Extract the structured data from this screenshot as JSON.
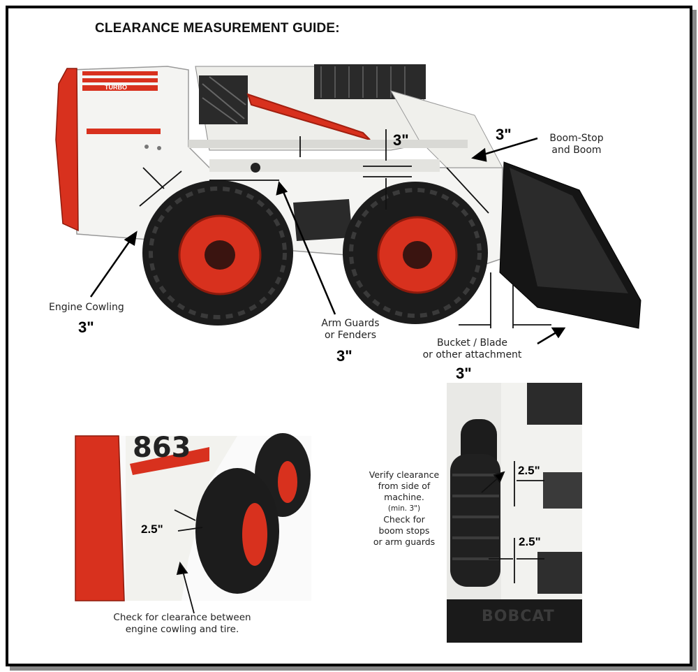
{
  "title": "CLEARANCE MEASUREMENT GUIDE:",
  "main_figure": {
    "callouts": {
      "engine_cowling": {
        "label": "Engine Cowling",
        "value": "3\""
      },
      "arm_guards": {
        "label_line1": "Arm Guards",
        "label_line2": "or Fenders",
        "value": "3\""
      },
      "boom_stop": {
        "label_line1": "Boom-Stop",
        "label_line2": "and Boom",
        "value": "3\""
      },
      "center_value": "3\"",
      "bucket": {
        "label_line1": "Bucket / Blade",
        "label_line2": "or other attachment",
        "value": "3\""
      }
    },
    "decal_text": "TURBO"
  },
  "bottom_left": {
    "value": "2.5\"",
    "caption_line1": "Check for clearance between",
    "caption_line2": "engine cowling and tire.",
    "model_text": "863"
  },
  "bottom_right": {
    "value_top": "2.5\"",
    "value_bottom": "2.5\"",
    "note_lines": [
      "Verify clearance",
      "from side of",
      "machine.",
      "(min. 3\")",
      "Check for",
      "boom stops",
      "or arm guards"
    ],
    "bucket_text": "BOBCAT"
  },
  "colors": {
    "machine_red": "#d8311e",
    "tire": "#1c1c1c",
    "body_white": "#f4f4f2"
  }
}
